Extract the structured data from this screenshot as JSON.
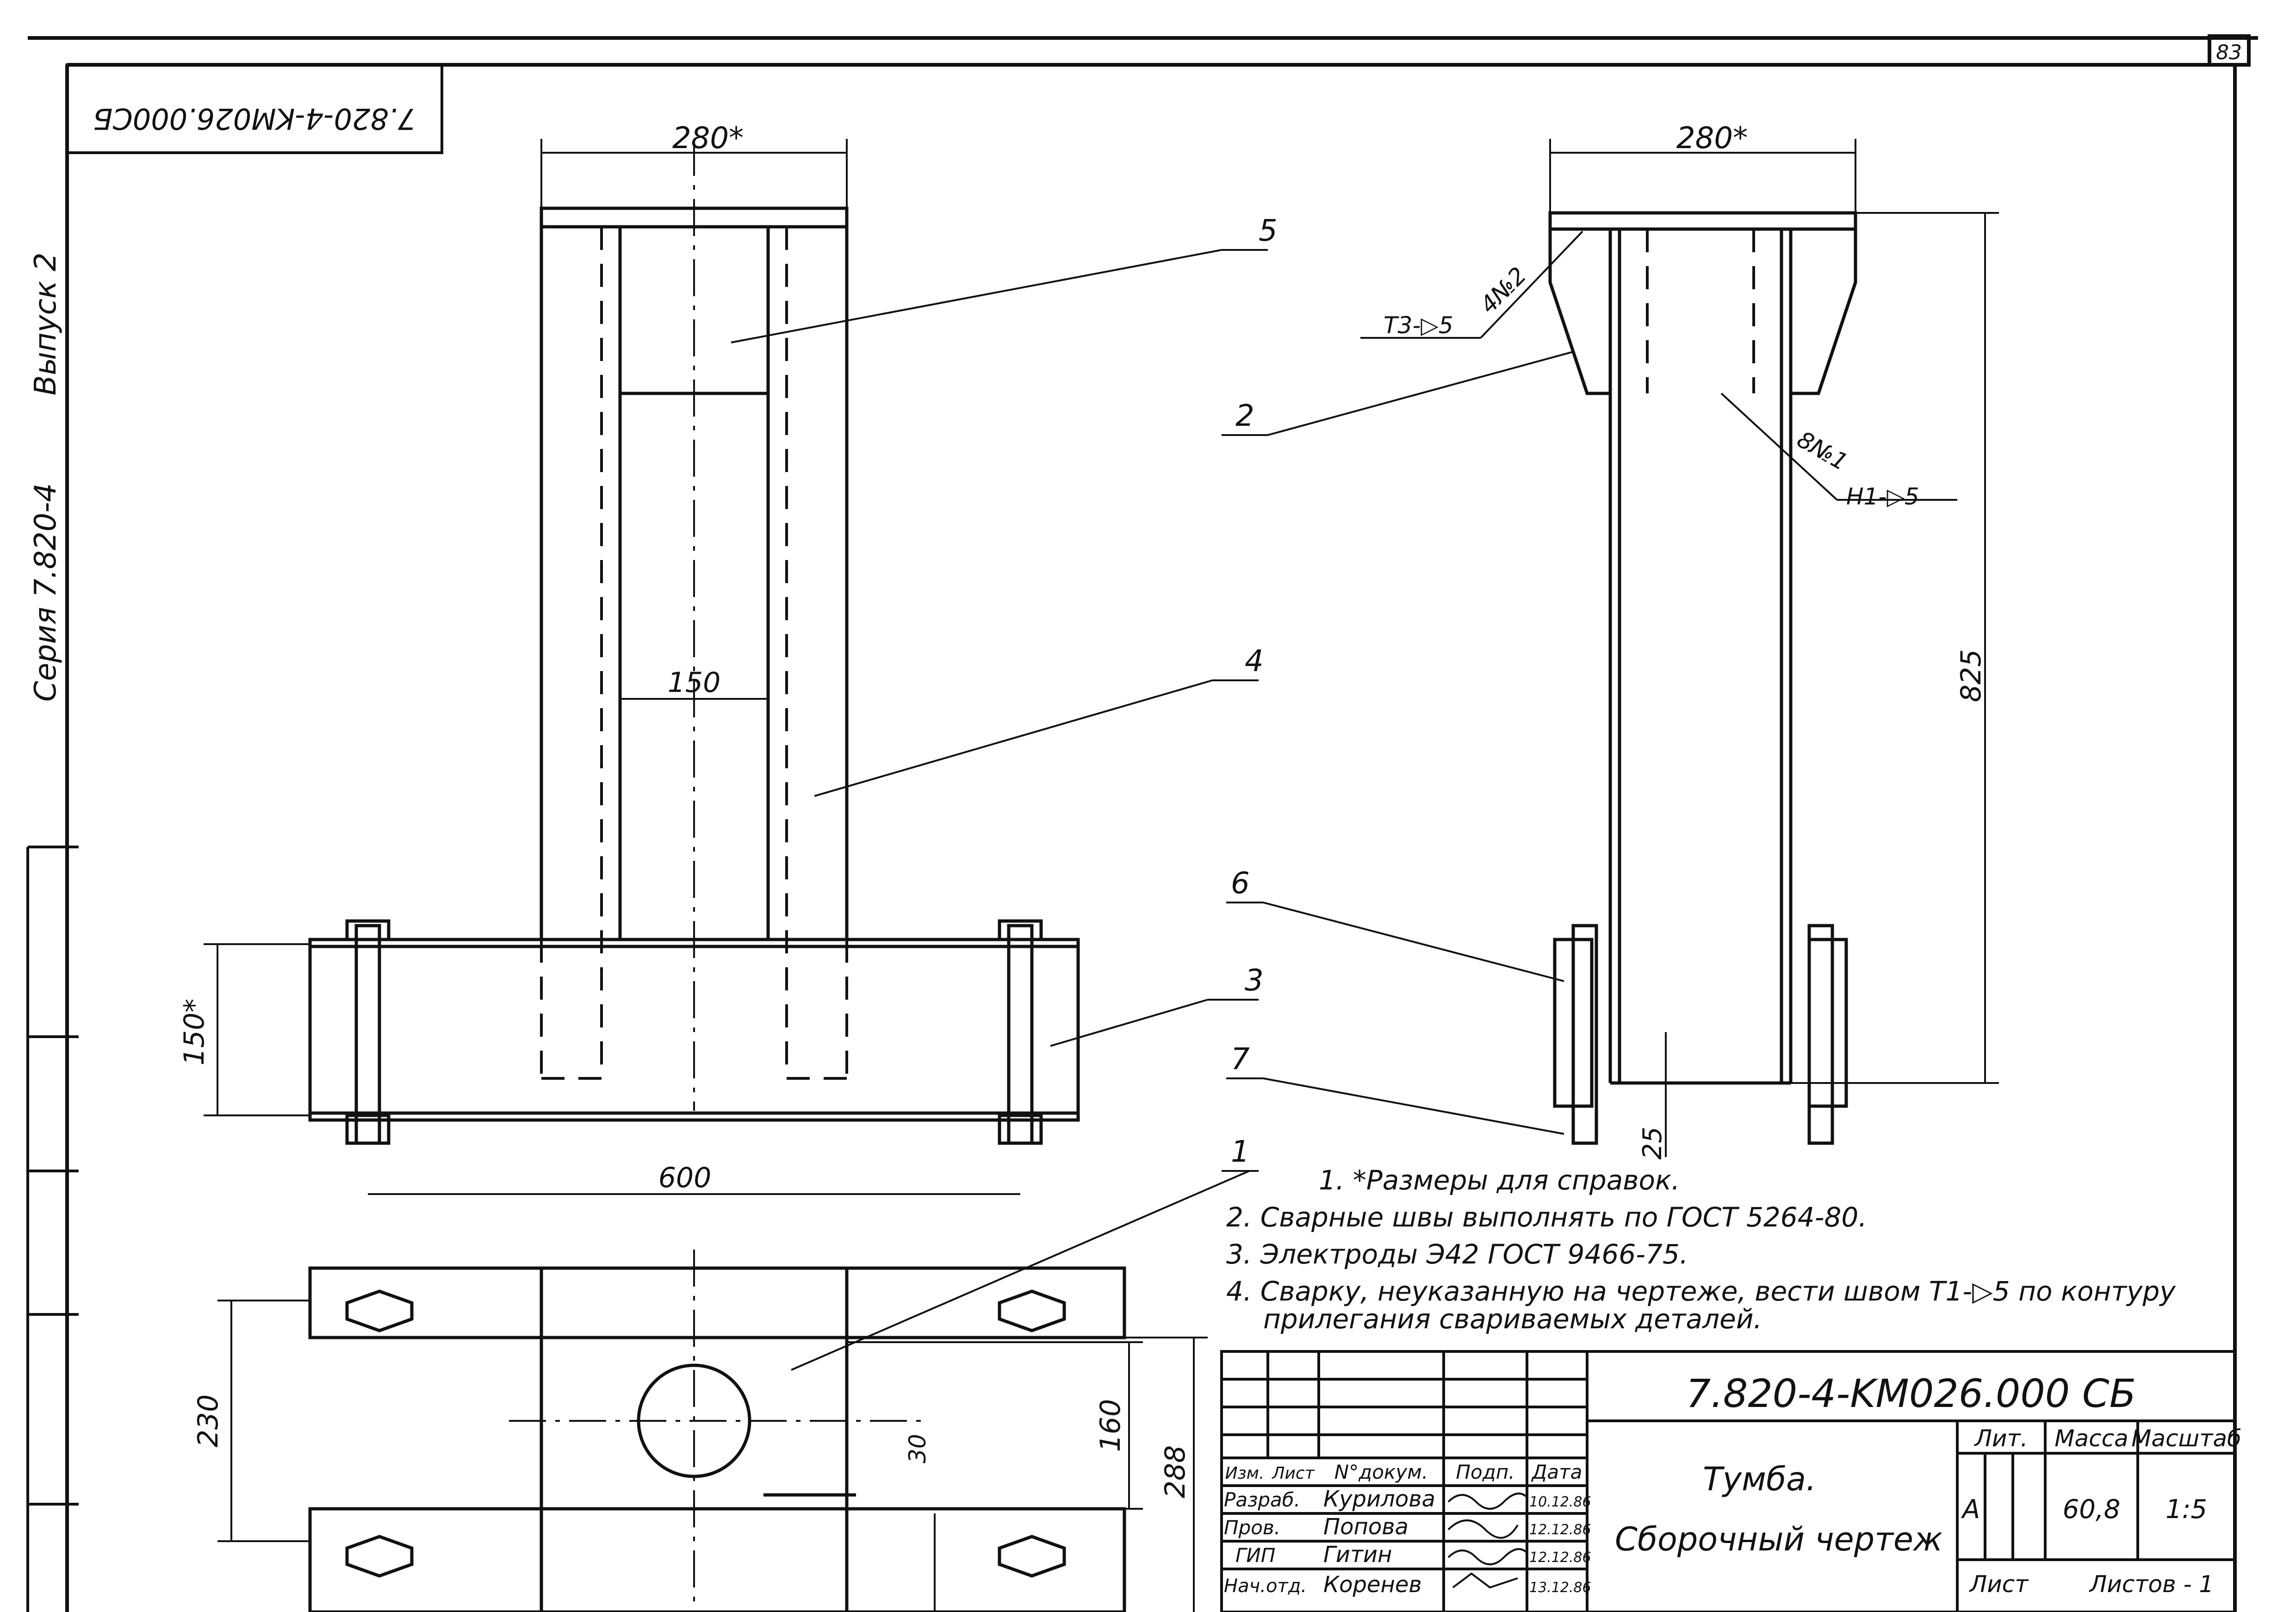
{
  "page_number": "83",
  "corner_stamp": "7.820-4-KM026.000СБ",
  "side_series": "Серия 7.820-4",
  "side_issue": "Выпуск 2",
  "dimensions": {
    "front_width": "280*",
    "side_width": "280*",
    "inner_width": "150",
    "base_height": "150*",
    "bolt_spacing": "600",
    "total_height": "825",
    "bottom_offset": "25",
    "plan_width": "230",
    "plan_span": "160",
    "plan_total": "288",
    "plan_offset": "30"
  },
  "callouts": [
    "1",
    "2",
    "3",
    "4",
    "5",
    "6",
    "7"
  ],
  "welds": {
    "top": "Т3-▷5",
    "top_count": "4№2",
    "bottom": "Н1-▷5",
    "bottom_count": "8№1"
  },
  "notes": [
    "1. *Размеры для справок.",
    "2. Сварные швы выполнять по ГОСТ 5264-80.",
    "3. Электроды Э42 ГОСТ 9466-75.",
    "4. Сварку, неуказанную на чертеже, вести швом Т1-▷5 по контуру",
    "прилегания свариваемых деталей."
  ],
  "title_block": {
    "designation": "7.820-4-KM026.000 СБ",
    "name_line1": "Тумба.",
    "name_line2": "Сборочный чертеж",
    "col_lit": "Лит.",
    "col_mass": "Масса",
    "col_scale": "Масштаб",
    "lit_value": "А",
    "mass_value": "60,8",
    "scale_value": "1:5",
    "sheet_label": "Лист",
    "sheets_label": "Листов - 1",
    "header_izm": "Изм.",
    "header_list": "Лист",
    "header_doc": "N°докум.",
    "header_sign": "Подп.",
    "header_date": "Дата",
    "rows": [
      {
        "role": "Разраб.",
        "name": "Курилова",
        "date": "10.12.86"
      },
      {
        "role": "Пров.",
        "name": "Попова",
        "date": "12.12.86"
      },
      {
        "role": "ГИП",
        "name": "Гитин",
        "date": "12.12.86"
      },
      {
        "role": "Нач.отд.",
        "name": "Коренев",
        "date": "13.12.86"
      }
    ]
  }
}
